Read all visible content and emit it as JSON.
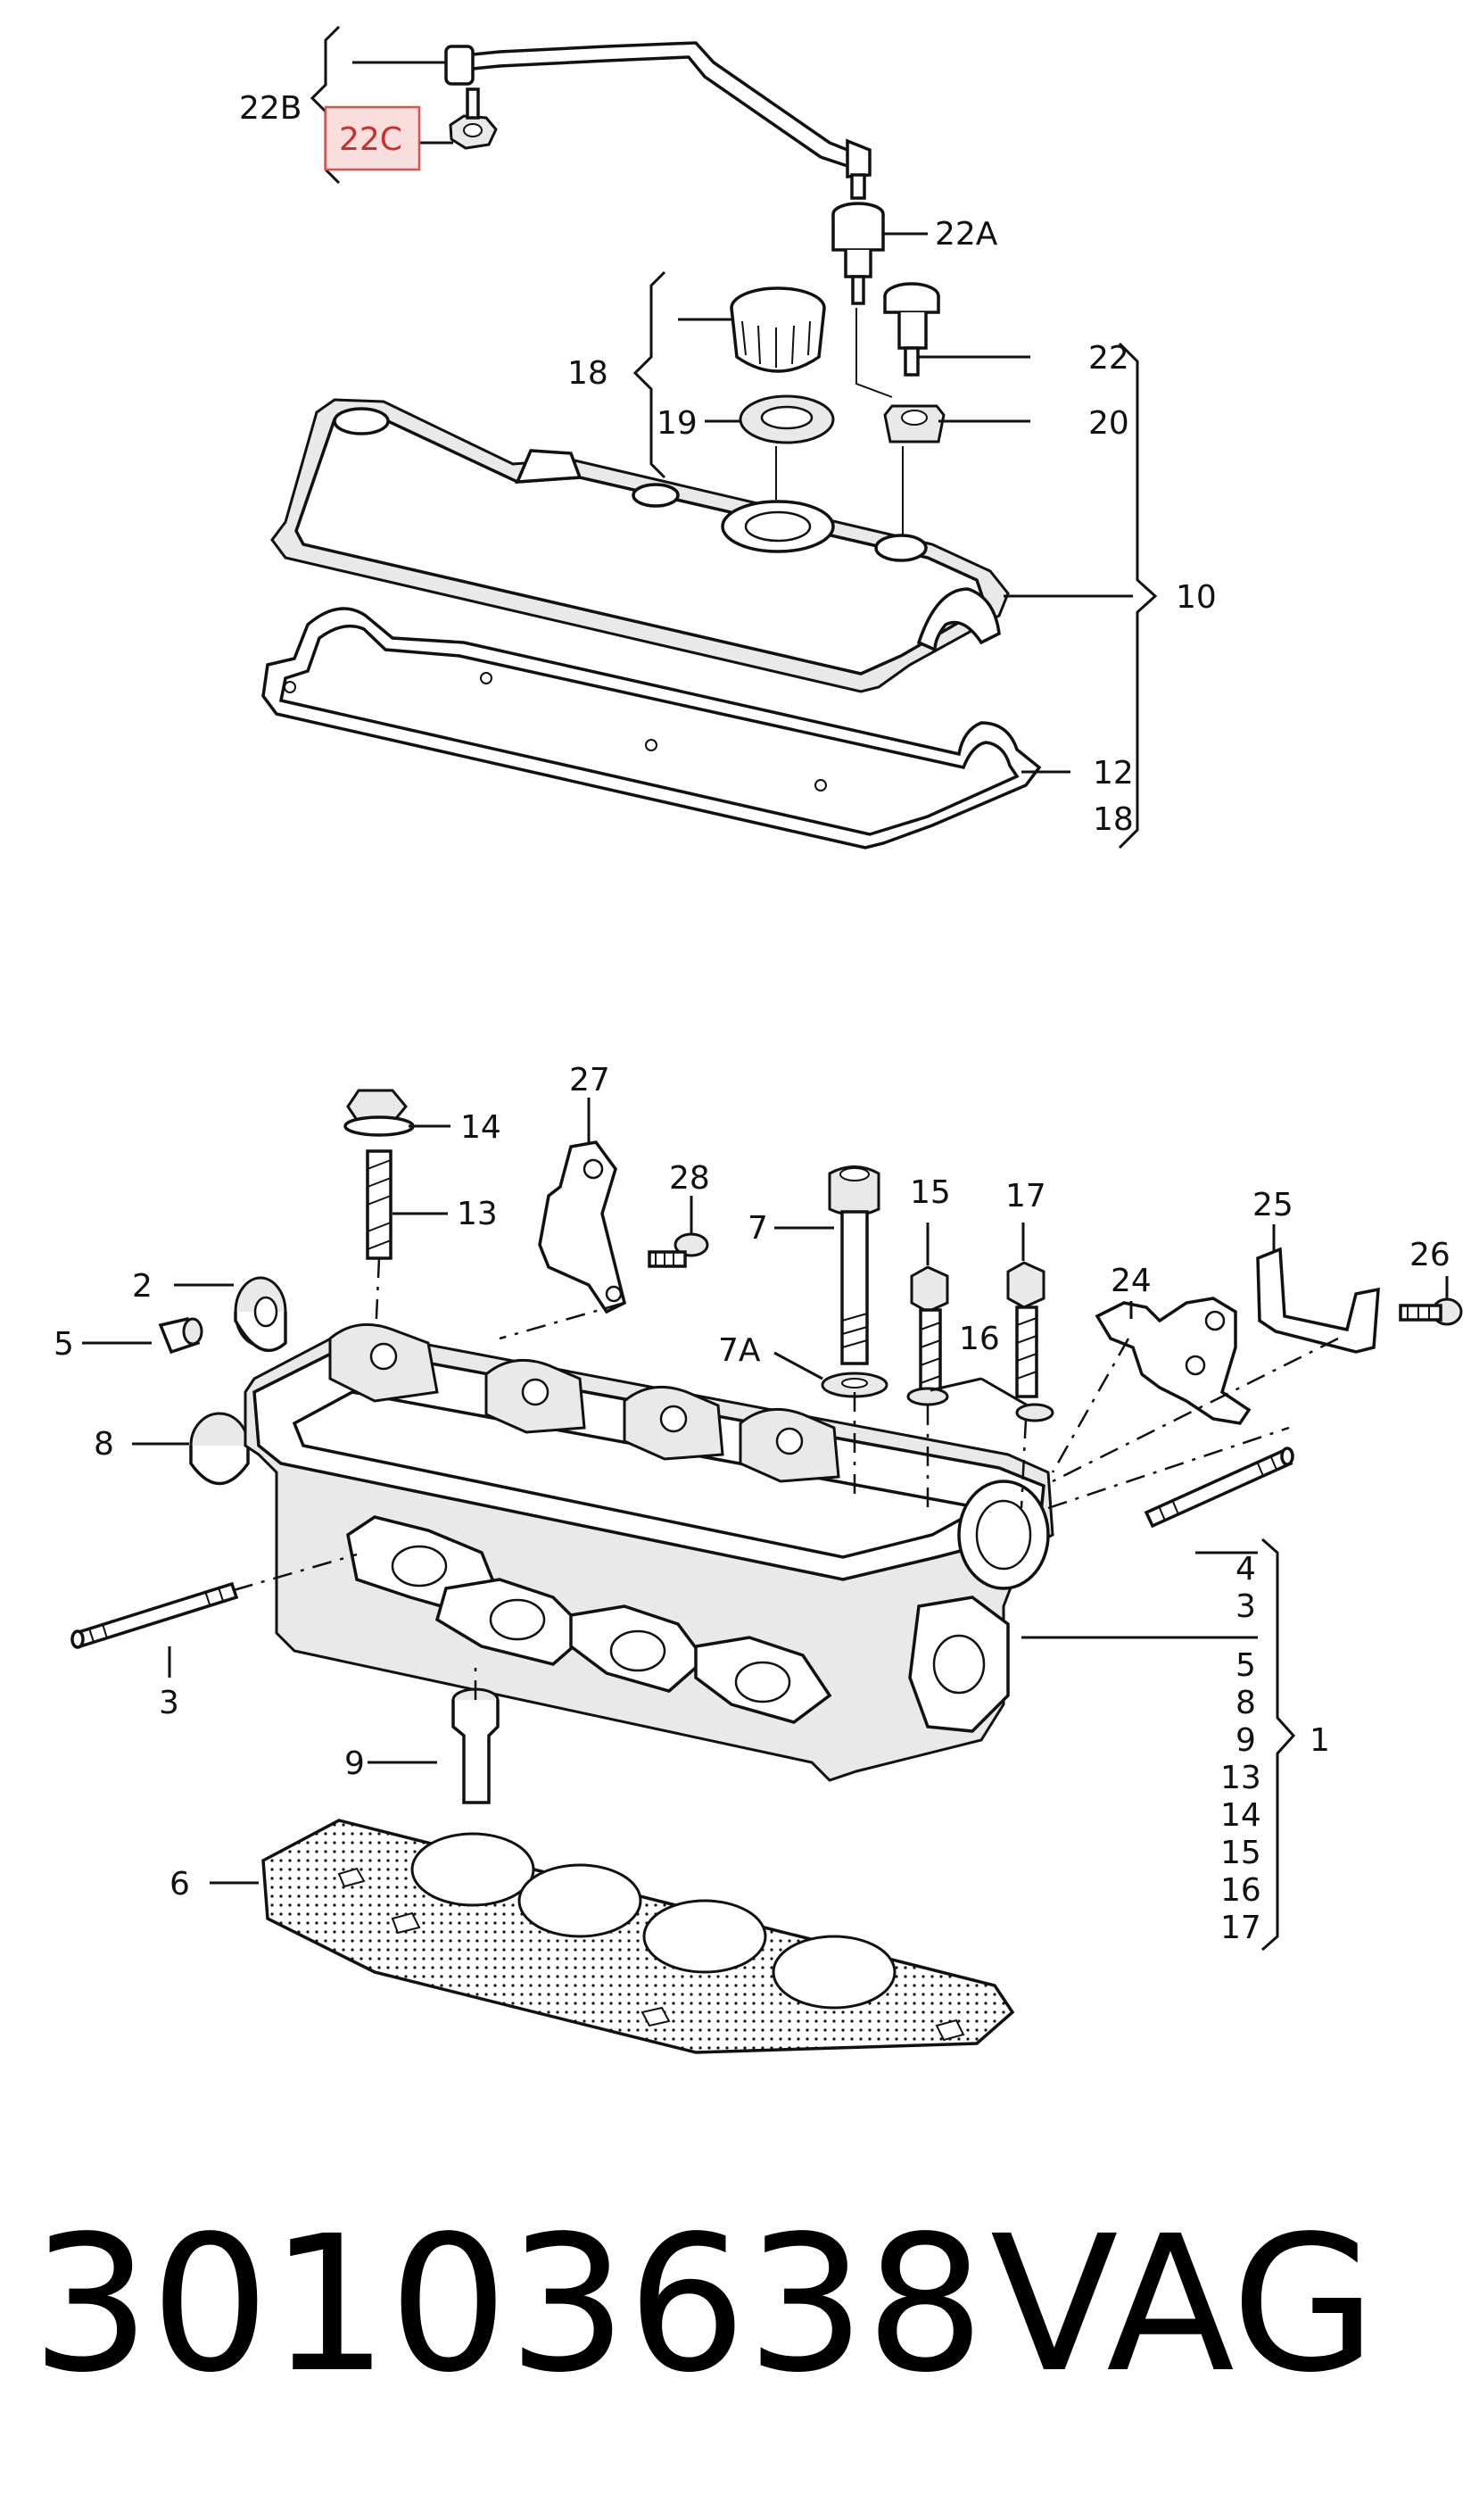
{
  "labels": {
    "l22b": "22B",
    "l22c": "22C",
    "l22a": "22A",
    "l22": "22",
    "l20": "20",
    "l18a": "18",
    "l19": "19",
    "l10": "10",
    "l12": "12",
    "l18b": "18",
    "l27": "27",
    "l14": "14",
    "l13": "13",
    "l28": "28",
    "l7": "7",
    "l15": "15",
    "l17a": "17",
    "l25": "25",
    "l26": "26",
    "l24": "24",
    "l2": "2",
    "l5a": "5",
    "l7a": "7A",
    "l16": "16",
    "l8a": "8",
    "l4": "4",
    "l3a": "3",
    "l3b": "3",
    "l5b": "5",
    "l8b": "8",
    "l9a": "9",
    "l13b": "13",
    "l14b": "14",
    "l15b": "15",
    "l16b": "16",
    "l17b": "17",
    "l1": "1",
    "l9": "9",
    "l6": "6"
  },
  "footer": {
    "part_number": "30103638",
    "brand": "VAG"
  },
  "colors": {
    "highlight_border": "#d9534f",
    "highlight_fill": "#f9dede"
  }
}
